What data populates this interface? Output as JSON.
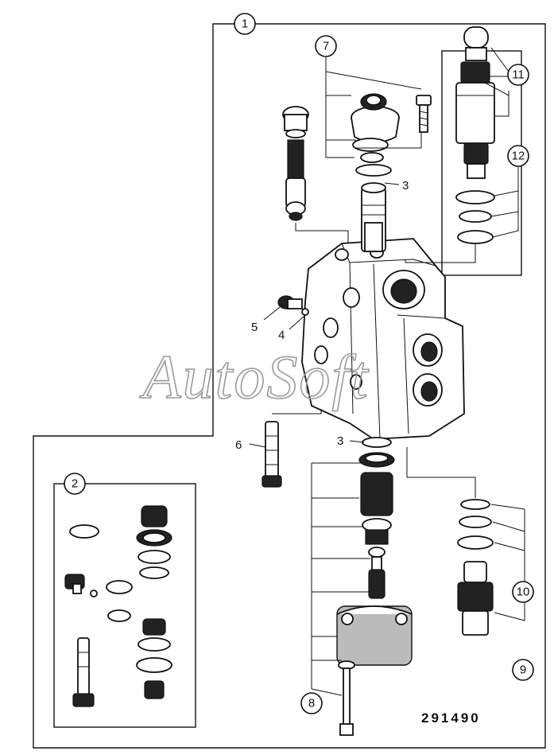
{
  "figure_number": "291490",
  "watermark": "AutoSoft",
  "callouts": {
    "c1": "1",
    "c2": "2",
    "c3a": "3",
    "c3b": "3",
    "c4": "4",
    "c5": "5",
    "c6": "6",
    "c7": "7",
    "c8": "8",
    "c9": "9",
    "c10": "10",
    "c11": "11",
    "c12": "12"
  }
}
